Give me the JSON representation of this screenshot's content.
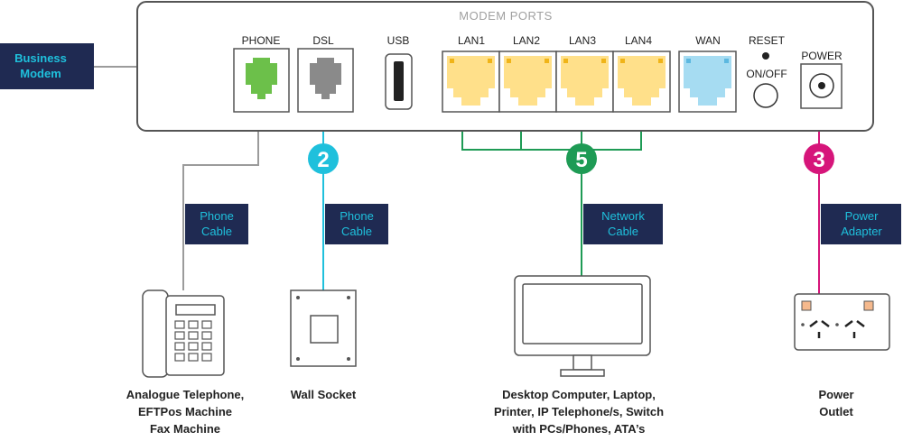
{
  "modem": {
    "title": "MODEM PORTS",
    "ports": {
      "phone": "PHONE",
      "dsl": "DSL",
      "usb": "USB",
      "lan1": "LAN1",
      "lan2": "LAN2",
      "lan3": "LAN3",
      "lan4": "LAN4",
      "wan": "WAN",
      "reset": "RESET",
      "onoff": "ON/OFF",
      "power": "POWER"
    }
  },
  "business_label": [
    "Business",
    "Modem"
  ],
  "steps": {
    "dsl": "2",
    "lan": "5",
    "power": "3"
  },
  "cable_labels": {
    "phone_left": [
      "Phone",
      "Cable"
    ],
    "phone_dsl": [
      "Phone",
      "Cable"
    ],
    "network": [
      "Network",
      "Cable"
    ],
    "power": [
      "Power",
      "Adapter"
    ]
  },
  "devices": {
    "telephone": [
      "Analogue Telephone,",
      "EFTPos Machine",
      "Fax Machine"
    ],
    "wall_socket": [
      "Wall Socket"
    ],
    "computer": [
      "Desktop Computer, Laptop,",
      "Printer, IP Telephone/s, Switch",
      "with PCs/Phones, ATA’s"
    ],
    "power_outlet": [
      "Power",
      "Outlet"
    ]
  },
  "colors": {
    "navy": "#1f2a52",
    "cyan": "#1fc0dc",
    "green": "#1e9b55",
    "magenta": "#d6157a",
    "grey_line": "#9b9b9b",
    "phone_port": "#6cc04a",
    "dsl_port": "#8a8a8a",
    "lan_port": "#ffe08a",
    "wan_port": "#a6dcf2",
    "outline": "#555555"
  }
}
